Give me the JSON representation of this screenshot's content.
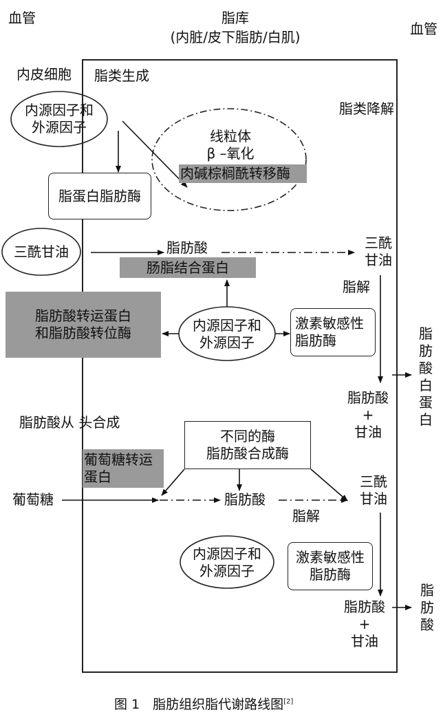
{
  "header": {
    "left": "血管",
    "center_line1": "脂库",
    "center_line2": "(内脏/皮下脂肪/白肌)",
    "right": "血管"
  },
  "labels": {
    "endothelial": "内皮细胞",
    "lipogenesis": "脂类生成",
    "lipolysis": "脂类降解",
    "de_novo": "脂肪酸从 头合成"
  },
  "nodes": {
    "factor_top_l1": "内源因子和",
    "factor_top_l2": "外源因子",
    "mito_l1": "线粒体",
    "mito_l2": "β –氧化",
    "mito_l3": "肉碱棕榈酰转移酶",
    "lpl": "脂蛋白脂肪酶",
    "tg_blood": "三酰甘油",
    "fa_mid": "脂肪酸",
    "fabp": "肠脂结合蛋白",
    "tg_right1_l1": "三酰",
    "tg_right1_l2": "甘油",
    "lipolysis1": "脂解",
    "fat_l1": "脂肪酸转运蛋白",
    "fat_l2": "和脂肪酸转位酶",
    "factor_mid_l1": "内源因子和",
    "factor_mid_l2": "外源因子",
    "hsl1_l1": "激素敏感性",
    "hsl1_l2": "脂肪酶",
    "fa_glyc1_l1": "脂肪酸",
    "fa_glyc1_l2": "+",
    "fa_glyc1_l3": "甘油",
    "albumin": [
      "脂",
      "肪",
      "酸",
      "白",
      "蛋",
      "白"
    ],
    "enzymes_l1": "不同的酶",
    "enzymes_l2": "脂肪酸合成酶",
    "glut_l1": "葡萄糖转运",
    "glut_l2": "蛋白",
    "glucose": "葡萄糖",
    "fa_low": "脂肪酸",
    "tg_right2_l1": "三酰",
    "tg_right2_l2": "甘油",
    "lipolysis2": "脂解",
    "factor_low_l1": "内源因子和",
    "factor_low_l2": "外源因子",
    "hsl2_l1": "激素敏感性",
    "hsl2_l2": "脂肪酶",
    "fa_glyc2_l1": "脂肪酸",
    "fa_glyc2_l2": "+",
    "fa_glyc2_l3": "甘油",
    "fa_out": [
      "脂",
      "肪",
      "酸"
    ]
  },
  "caption": {
    "text": "图 1　脂肪组织脂代谢路线图",
    "ref": "[2]"
  }
}
